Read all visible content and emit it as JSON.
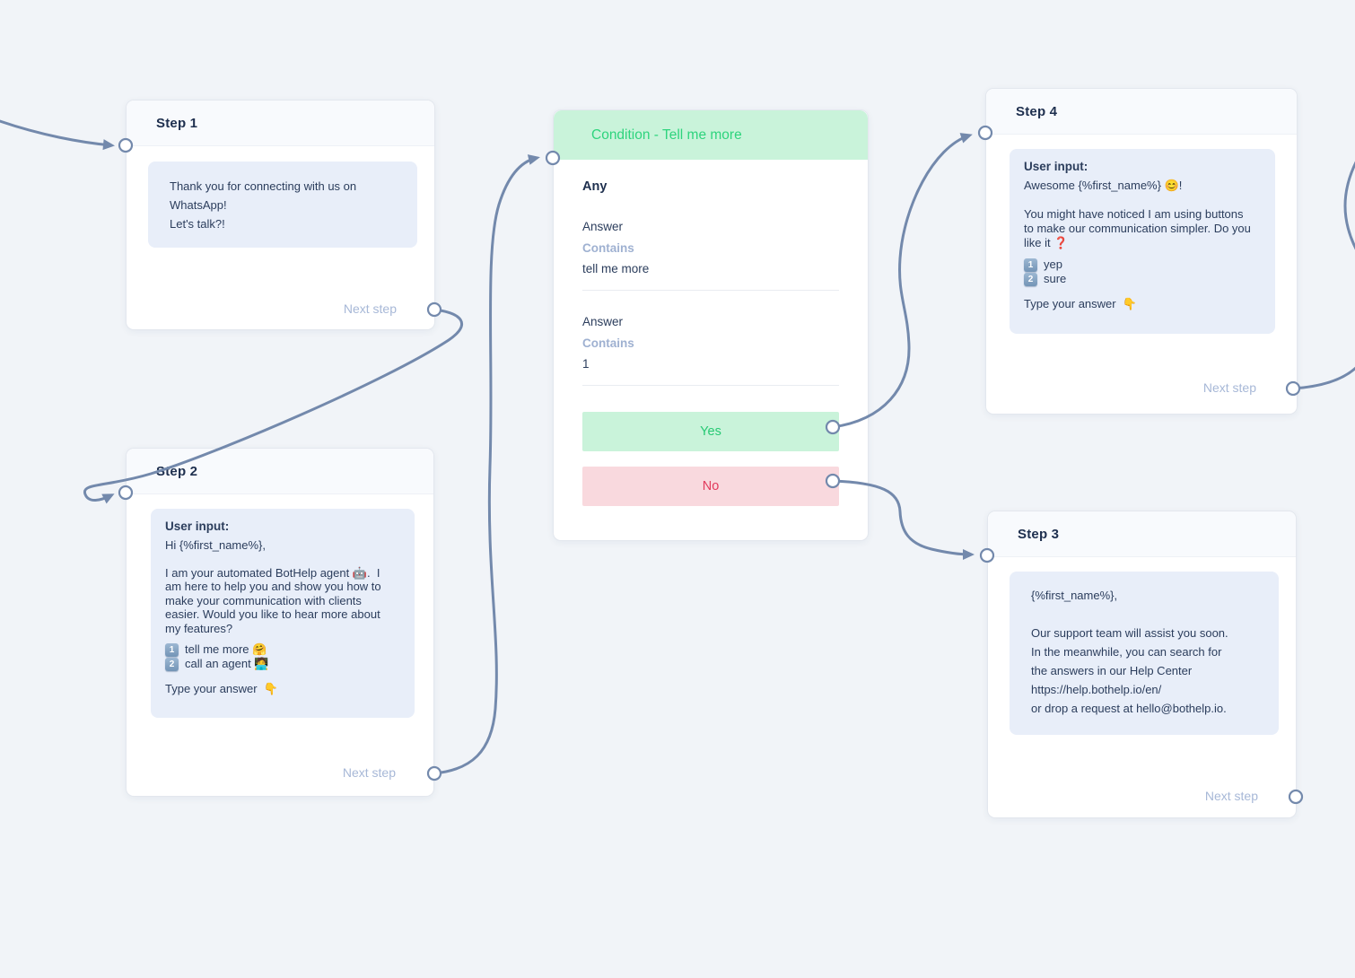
{
  "cards": {
    "step1": {
      "title": "Step 1",
      "bubble_text": "Thank you for connecting with us on\nWhatsApp!\nLet's talk?!",
      "next_step_label": "Next step"
    },
    "step2": {
      "title": "Step 2",
      "bubble_label": "User input:",
      "bubble_text": "Hi {%first_name%},\n\nI am your automated BotHelp agent 🤖.  I\nam here to help you and show you how to\nmake your communication with clients\neasier. Would you like to hear more about\nmy features?",
      "options": [
        {
          "num": "1",
          "text": "tell me more 🤗"
        },
        {
          "num": "2",
          "text": "call an agent 🧑‍💻"
        }
      ],
      "bubble_footer": "Type your answer  👇",
      "next_step_label": "Next step"
    },
    "condition": {
      "title": "Condition - Tell me more",
      "match_mode": "Any",
      "rows": [
        {
          "field": "Answer",
          "operator": "Contains",
          "value": "tell me more"
        },
        {
          "field": "Answer",
          "operator": "Contains",
          "value": "1"
        }
      ],
      "yes_label": "Yes",
      "no_label": "No"
    },
    "step4": {
      "title": "Step 4",
      "bubble_label": "User input:",
      "bubble_text": "Awesome {%first_name%} 😊!\n\nYou might have noticed I am using buttons\nto make our communication simpler. Do you\nlike it ❓",
      "options": [
        {
          "num": "1",
          "text": "yep"
        },
        {
          "num": "2",
          "text": " sure"
        }
      ],
      "bubble_footer": "Type your answer  👇",
      "next_step_label": "Next step"
    },
    "step3": {
      "title": "Step 3",
      "bubble_text": "{%first_name%},\n\nOur support team will assist you soon.\nIn the meanwhile, you can search for\nthe answers in our Help Center\nhttps://help.bothelp.io/en/\nor drop a request at hello@bothelp.io.",
      "next_step_label": "Next step"
    }
  },
  "colors": {
    "canvas_bg": "#f1f4f8",
    "connector": "#7389ac",
    "condition_green_bg": "#c9f3da",
    "condition_green_text": "#2ed47d",
    "yes_text": "#27c974",
    "no_bg": "#f9d9de",
    "no_text": "#e23a5c",
    "bubble_bg": "#e8eef9",
    "title_text": "#1e2f4e",
    "next_step_text": "#a7b8d7"
  }
}
